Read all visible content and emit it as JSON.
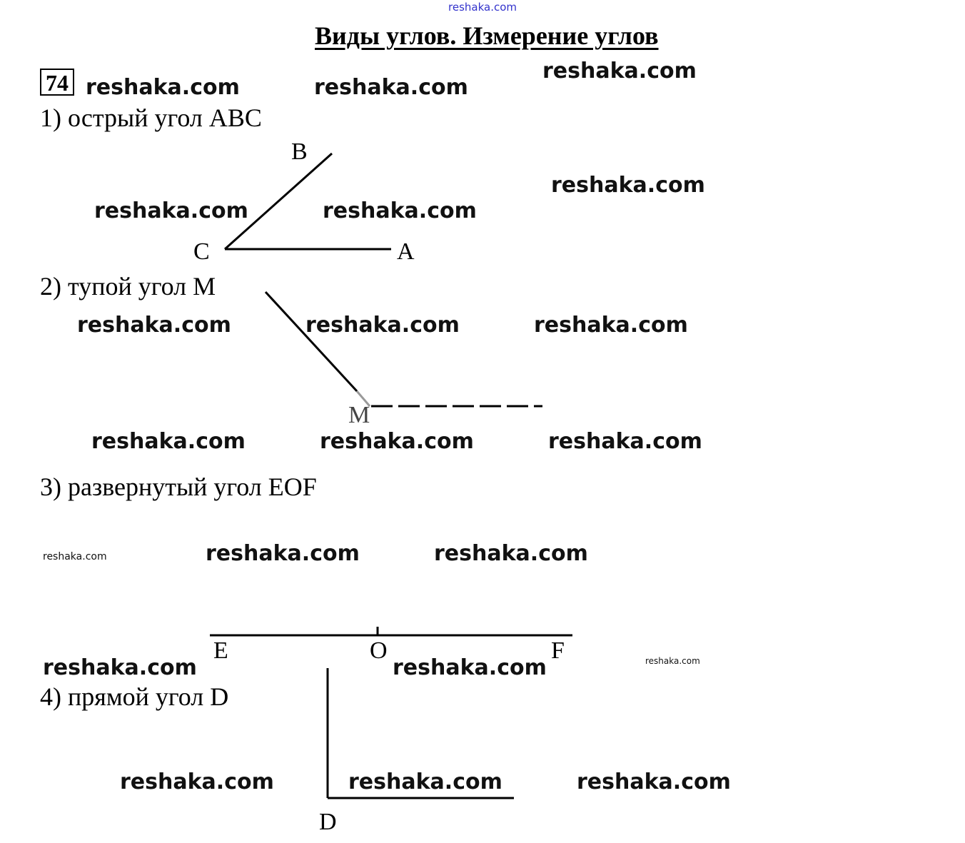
{
  "header": {
    "watermark": "reshaka.com",
    "title": "Виды углов. Измерение углов",
    "task_number": "74"
  },
  "items": [
    {
      "label": "1) острый угол ABC",
      "points": [
        "B",
        "C",
        "A"
      ]
    },
    {
      "label": "2) тупой угол M",
      "points": [
        "M"
      ]
    },
    {
      "label": "3) развернутый угол EOF",
      "points": [
        "E",
        "O",
        "F"
      ]
    },
    {
      "label": "4) прямой угол D",
      "points": [
        "D"
      ]
    }
  ],
  "watermarks": {
    "text": "reshaka.com"
  }
}
